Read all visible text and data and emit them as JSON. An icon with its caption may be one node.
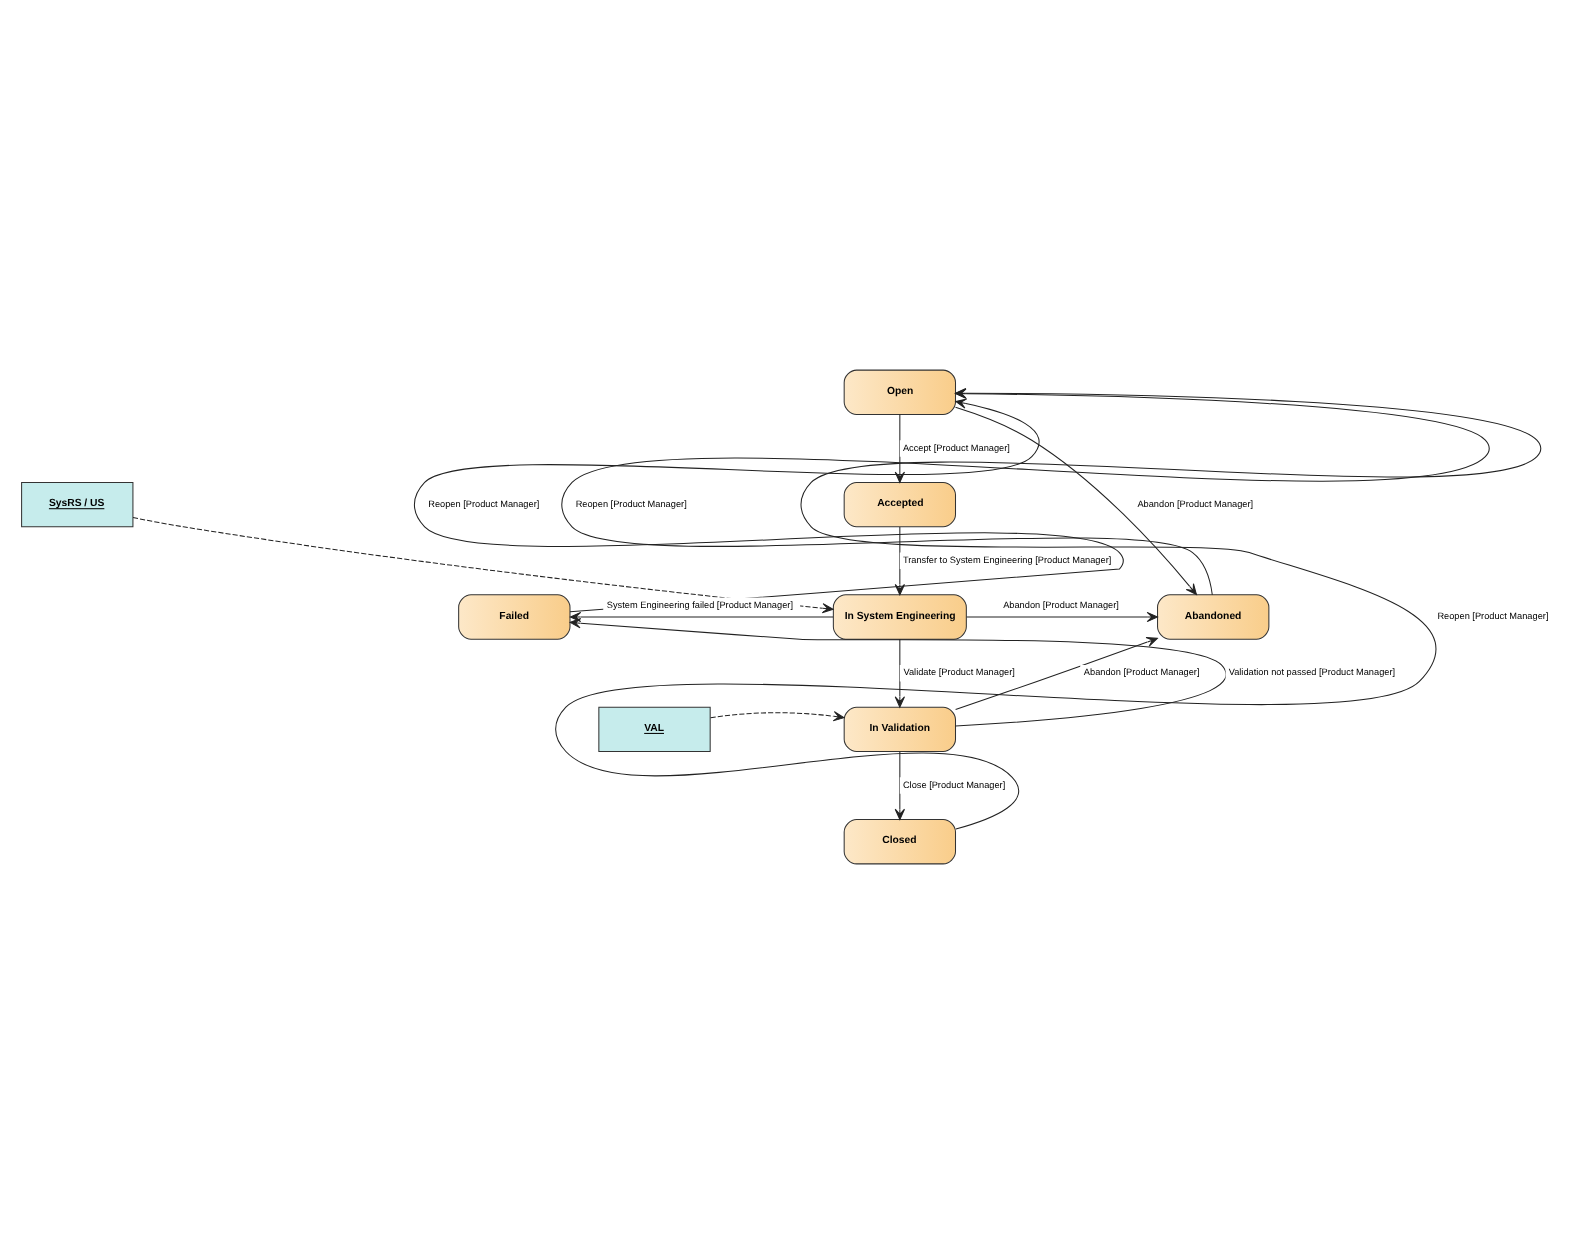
{
  "diagram": {
    "nodes": [
      {
        "text": [
          "Open"
        ]
      },
      {
        "text": [
          "Accepted"
        ]
      },
      {
        "text": [
          "SysRS / US"
        ]
      },
      {
        "text": [
          "Failed"
        ]
      },
      {
        "text": [
          "In System Engineering"
        ]
      },
      {
        "text": [
          "Abandoned"
        ]
      },
      {
        "text": [
          "VAL"
        ]
      },
      {
        "text": [
          "In Validation"
        ]
      },
      {
        "text": [
          "Closed"
        ]
      }
    ],
    "edges": [
      {
        "from": 3,
        "to": 0,
        "arrow": "to",
        "label": "Reopen [Product Manager]"
      },
      {
        "from": 5,
        "to": 0,
        "arrow": "to",
        "label": "Reopen [Product Manager]"
      },
      {
        "from": 0,
        "to": 1,
        "arrow": "to",
        "label": "Accept [Product Manager]"
      },
      {
        "from": 0,
        "to": 5,
        "arrow": "to",
        "label": "Abandon [Product Manager]"
      },
      {
        "from": 1,
        "to": 4,
        "arrow": "to",
        "label": "Transfer to System Engineering [Product Manager]"
      },
      {
        "from": 2,
        "to": 4,
        "arrow": "to",
        "style": "dashed"
      },
      {
        "from": 4,
        "to": 3,
        "arrow": "to",
        "label": "System Engineering failed [Product Manager]"
      },
      {
        "from": 4,
        "to": 5,
        "arrow": "to",
        "label": "Abandon [Product Manager]"
      },
      {
        "from": 4,
        "to": 7,
        "arrow": "to",
        "label": "Validate [Product Manager]"
      },
      {
        "from": 6,
        "to": 7,
        "arrow": "to",
        "style": "dashed"
      },
      {
        "from": 7,
        "to": 3,
        "arrow": "to",
        "label": "Validation not passed [Product Manager]"
      },
      {
        "from": 7,
        "to": 5,
        "arrow": "to",
        "label": "Abandon [Product Manager]"
      },
      {
        "from": 7,
        "to": 8,
        "arrow": "to",
        "label": "Close [Product Manager]"
      },
      {
        "from": 8,
        "to": 0,
        "arrow": "to",
        "label": "Reopen [Product Manager]"
      }
    ]
  }
}
